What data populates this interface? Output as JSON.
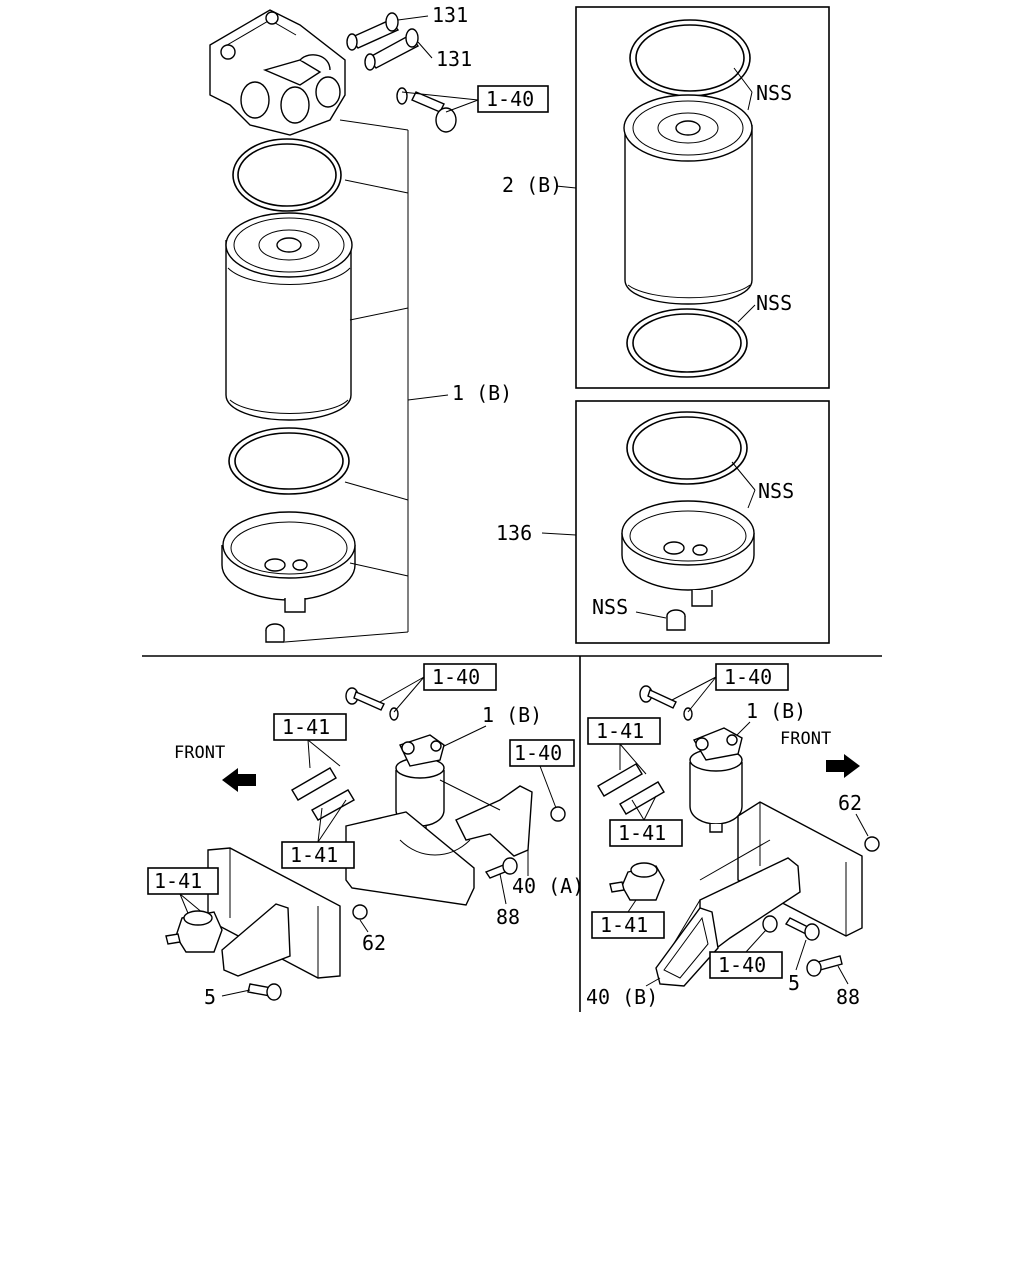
{
  "callouts": {
    "c131a": "131",
    "c131b": "131",
    "ref140_top": "1-40",
    "c1b_main": "1 (B)",
    "c2b": "2 (B)",
    "nss_a": "NSS",
    "nss_b": "NSS",
    "nss_c": "NSS",
    "nss_d": "NSS",
    "c136": "136"
  },
  "left_install": {
    "ref140_a": "1-40",
    "ref141_a": "1-41",
    "c1b": "1 (B)",
    "front": "FRONT",
    "ref140_b": "1-40",
    "ref141_b": "1-41",
    "ref141_c": "1-41",
    "c40a": "40 (A)",
    "c88": "88",
    "c62": "62",
    "c5": "5"
  },
  "right_install": {
    "ref140_a": "1-40",
    "ref141_a": "1-41",
    "c1b": "1 (B)",
    "front": "FRONT",
    "ref141_b": "1-41",
    "c62": "62",
    "ref141_c": "1-41",
    "ref140_b": "1-40",
    "c5": "5",
    "c40b": "40 (B)",
    "c88": "88"
  },
  "icons": [
    "front-arrow-icon"
  ]
}
